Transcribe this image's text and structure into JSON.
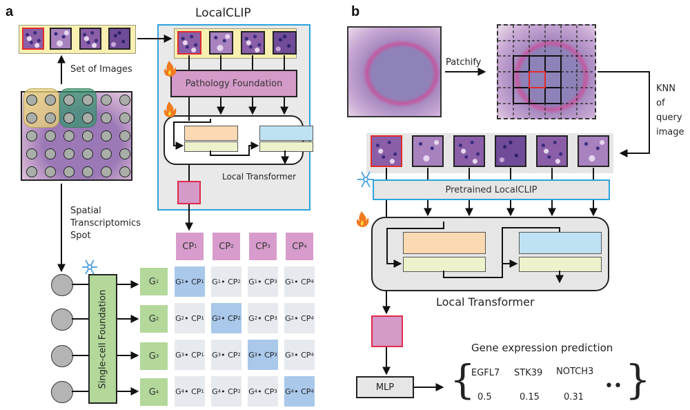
{
  "panel_a": {
    "letter": "a",
    "localclip_title": "LocalCLIP",
    "set_of_images_label": "Set of Images",
    "pathology_foundation_label": "Pathology Foundation",
    "local_transformer_label": "Local Transformer",
    "spatial_label_lines": [
      "Spatial",
      "Transcriptomics",
      "Spot"
    ],
    "single_cell_foundation_label": "Single-cell Foundation",
    "cp_headers": [
      {
        "base": "CP",
        "sub": "1"
      },
      {
        "base": "CP",
        "sub": "2"
      },
      {
        "base": "CP",
        "sub": "3"
      },
      {
        "base": "CP",
        "sub": "4"
      }
    ],
    "g_rows": [
      {
        "base": "G",
        "sub": "1"
      },
      {
        "base": "G",
        "sub": "2"
      },
      {
        "base": "G",
        "sub": "3"
      },
      {
        "base": "G",
        "sub": "4"
      }
    ],
    "similarity_matrix": [
      [
        "G1• CP1",
        "G1• CP2",
        "G1• CP3",
        "G1• CP4"
      ],
      [
        "G2• CP1",
        "G2• CP2",
        "G2• CP3",
        "G2• CP4"
      ],
      [
        "G3• CP1",
        "G3• CP2",
        "G3• CP3",
        "G3• CP4"
      ],
      [
        "G4• CP1",
        "G4• CP2",
        "G4• CP3",
        "G4• CP4"
      ]
    ],
    "highlight": "diagonal",
    "icons": [
      "fire-icon",
      "fire-icon",
      "snowflake-icon"
    ]
  },
  "panel_b": {
    "letter": "b",
    "patchify_label": "Patchify",
    "knn_label_lines": [
      "KNN",
      "of",
      "query",
      "image"
    ],
    "pretrained_label": "Pretrained LocalCLIP",
    "local_transformer_label": "Local Transformer",
    "mlp_label": "MLP",
    "gene_prediction_title": "Gene expression prediction",
    "genes": [
      {
        "name": "EGFL7",
        "value": "0.5"
      },
      {
        "name": "STK39",
        "value": "0.15"
      },
      {
        "name": "NOTCH3",
        "value": "0.31"
      }
    ],
    "ellipsis": "••",
    "neighbor_count": 6,
    "icons": [
      "snowflake-icon",
      "fire-icon"
    ]
  },
  "colors": {
    "localclip_border": "#2aa3dc",
    "pathology_box": "#d49ac8",
    "query_border": "#e02a2a",
    "g_box": "#b3d89a",
    "cp_box": "#d79ccb",
    "highlight_cell": "#a9c8ea",
    "plain_cell": "#e6eaee",
    "attn_orange": "#fbd9b2",
    "attn_blue": "#bfe2f3",
    "ffn_green": "#eef2cc"
  }
}
